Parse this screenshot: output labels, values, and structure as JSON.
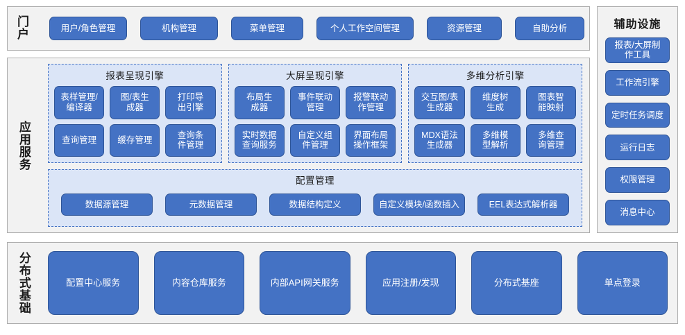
{
  "portal": {
    "label": "门户",
    "buttons": [
      "用户/角色管理",
      "机构管理",
      "菜单管理",
      "个人工作空间管理",
      "资源管理",
      "自助分析"
    ]
  },
  "aux": {
    "title": "辅助设施",
    "buttons": [
      "报表/大屏制作工具",
      "工作流引擎",
      "定时任务调度",
      "运行日志",
      "权限管理",
      "消息中心"
    ]
  },
  "app_services": {
    "label": "应用服务",
    "engines": [
      {
        "title": "报表呈现引擎",
        "buttons": [
          "表样管理/编译器",
          "图/表生成器",
          "打印导出引擎",
          "查询管理",
          "缓存管理",
          "查询条件管理"
        ]
      },
      {
        "title": "大屏呈现引擎",
        "buttons": [
          "布局生成器",
          "事件联动管理",
          "报警联动作管理",
          "实时数据查询服务",
          "自定义组件管理",
          "界面布局操作框架"
        ]
      },
      {
        "title": "多维分析引擎",
        "buttons": [
          "交互图/表生成器",
          "维度树生成",
          "图表智能映射",
          "MDX语法生成器",
          "多维模型解析",
          "多维查询管理"
        ]
      }
    ],
    "config": {
      "title": "配置管理",
      "buttons": [
        "数据源管理",
        "元数据管理",
        "数据结构定义",
        "自定义模块/函数插入",
        "EEL表达式解析器"
      ]
    }
  },
  "base": {
    "label": "分布式基础",
    "buttons": [
      "配置中心服务",
      "内容仓库服务",
      "内部API网关服务",
      "应用注册/发现",
      "分布式基座",
      "单点登录"
    ]
  },
  "colors": {
    "button_fill": "#4472c4",
    "button_border": "#2f5597",
    "panel_bg": "#f2f2f2",
    "panel_border": "#adadad",
    "engine_bg": "#dbe5f7",
    "engine_border": "#4472c4",
    "text_dark": "#1a1a1a",
    "text_light": "#ffffff"
  }
}
